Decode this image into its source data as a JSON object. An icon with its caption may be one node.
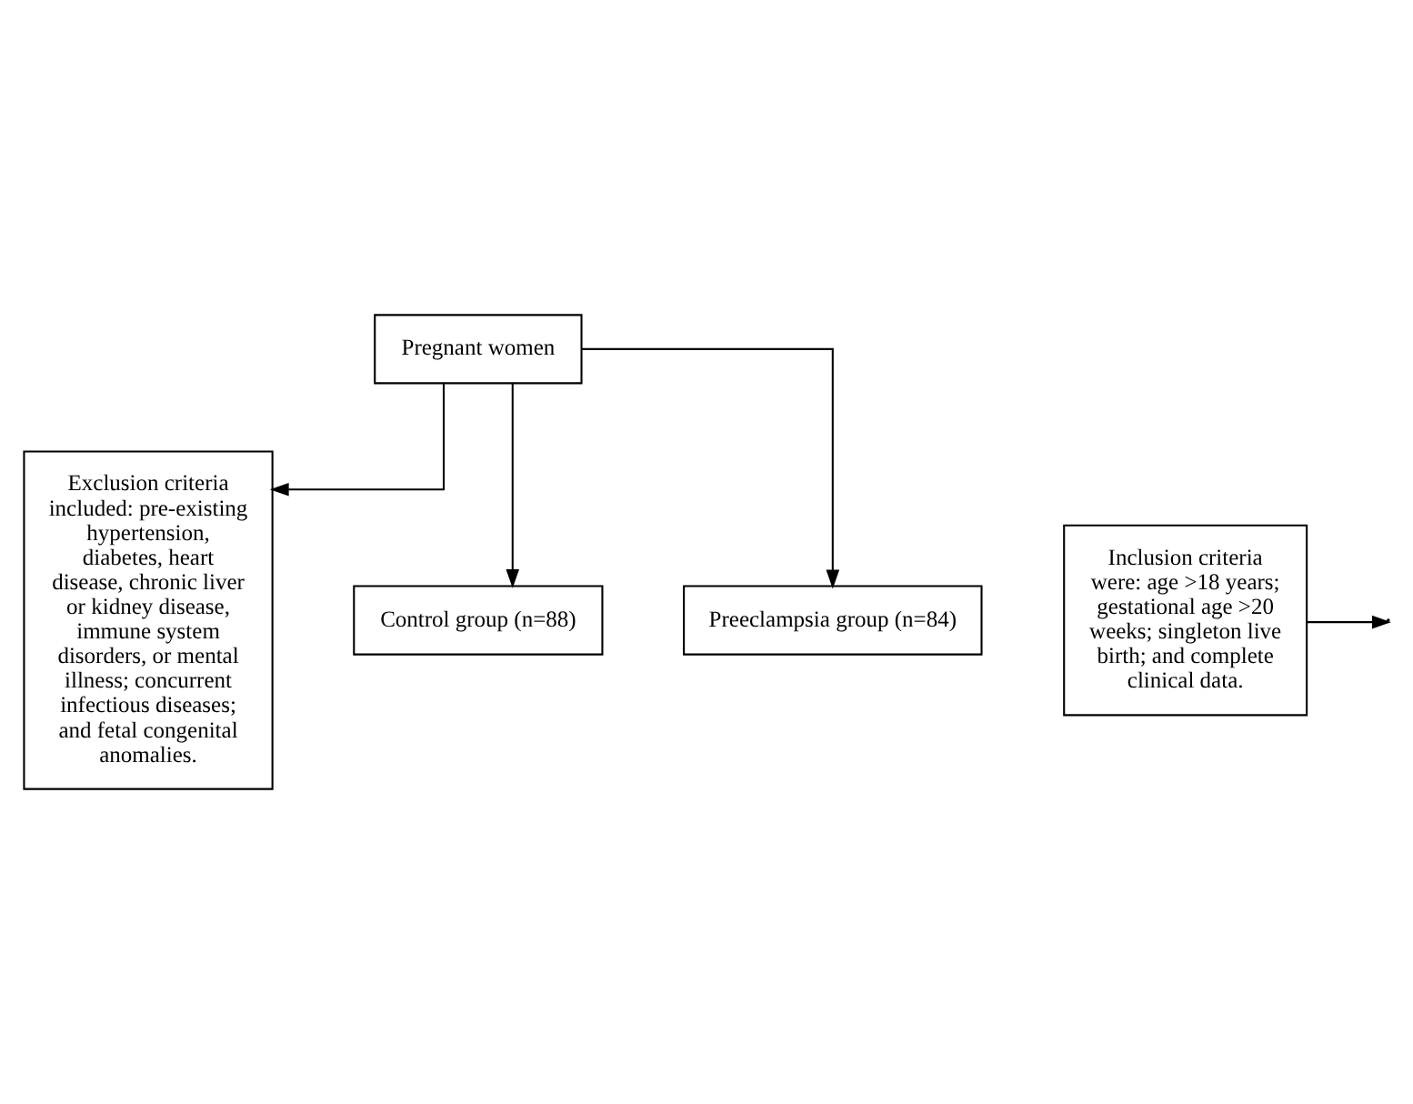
{
  "diagram": {
    "nodes": [
      {
        "text": [
          "Pregnant women"
        ]
      },
      {
        "text": [
          "Inclusion criteria were: age >18 years; gestational age >20 weeks; singleton live birth; and complete clinical data."
        ]
      },
      {
        "text": [
          "Exclusion criteria included: pre-existing hypertension, diabetes, heart disease, chronic liver or kidney disease, immune system disorders, or mental illness; concurrent infectious diseases; and fetal congenital anomalies."
        ]
      },
      {
        "text": [
          "Control group (n=88)"
        ]
      },
      {
        "text": [
          "Preeclampsia group (n=84)"
        ]
      }
    ],
    "edges": [
      {
        "from": 0,
        "to": 2,
        "arrow": "to"
      },
      {
        "from": 1,
        "to": null,
        "arrow": "to"
      },
      {
        "from": 0,
        "to": 3,
        "arrow": "to"
      },
      {
        "from": 0,
        "to": 4,
        "arrow": "to"
      }
    ]
  }
}
